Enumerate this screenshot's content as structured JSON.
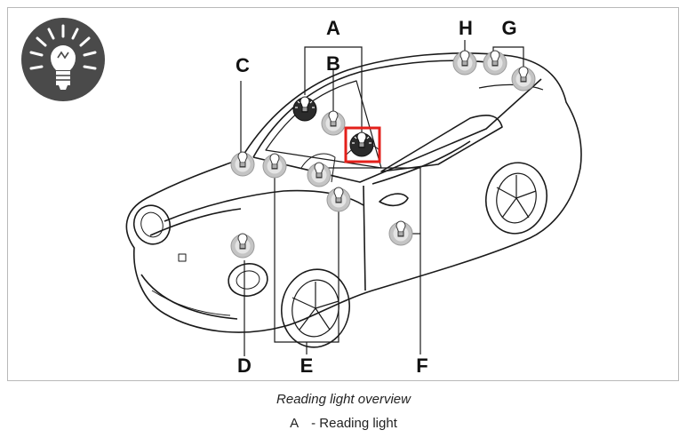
{
  "diagram": {
    "labels": {
      "A": "A",
      "B": "B",
      "C": "C",
      "D": "D",
      "E": "E",
      "F": "F",
      "G": "G",
      "H": "H"
    }
  },
  "caption": "Reading light overview",
  "legend": {
    "key": "A",
    "text": "- Reading light"
  },
  "colors": {
    "highlight": "#e3201b",
    "bulb_light": "#bdbdbd",
    "bulb_dark": "#2b2b2b",
    "icon_bg": "#4a4a4a"
  },
  "icons": {
    "header": "light-bulb-icon"
  }
}
